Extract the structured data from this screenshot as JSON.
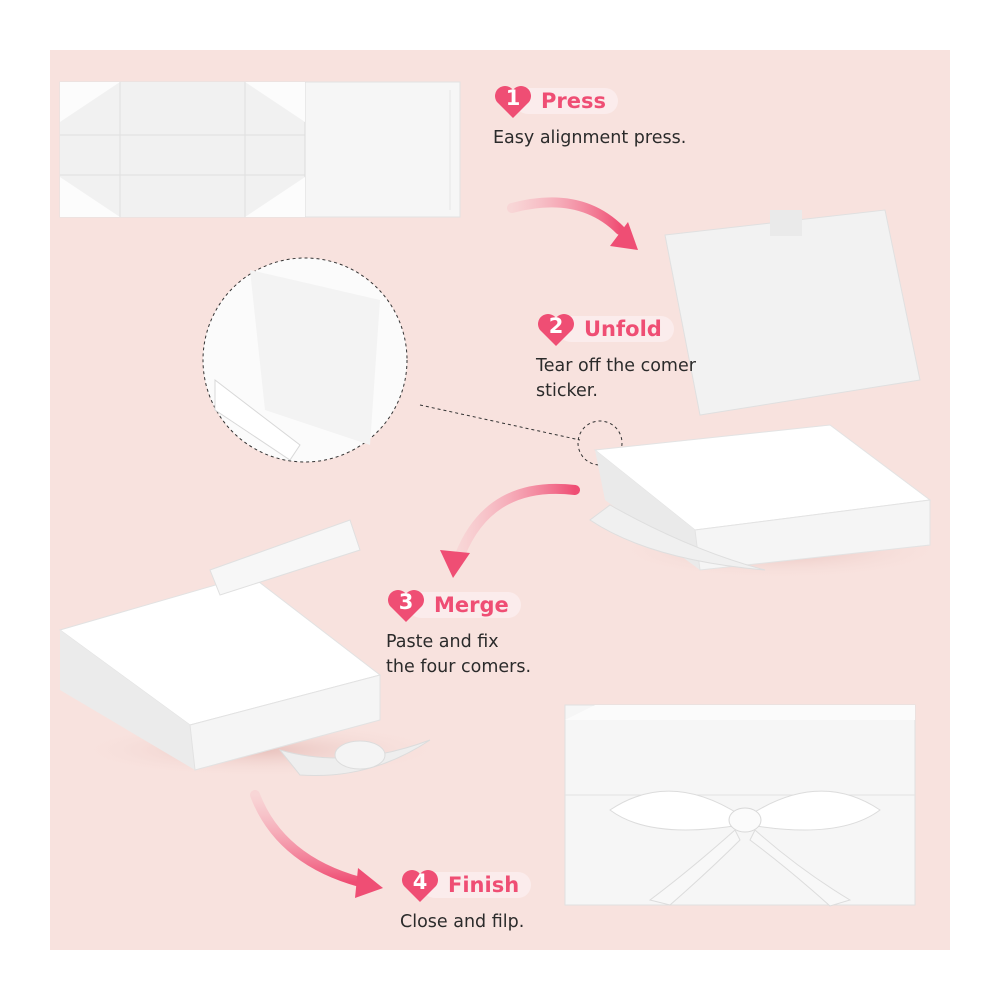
{
  "steps": [
    {
      "number": "1",
      "title": "Press",
      "description": "Easy alignment press."
    },
    {
      "number": "2",
      "title": "Unfold",
      "description": "Tear off the comer\nsticker."
    },
    {
      "number": "3",
      "title": "Merge",
      "description": "Paste and fix\nthe four comers."
    },
    {
      "number": "4",
      "title": "Finish",
      "description": "Close and filp."
    }
  ],
  "colors": {
    "background": "#f8e2de",
    "accent": "#ef4e74",
    "box": "#f4f4f4"
  },
  "icons": [
    "heart-icon",
    "curved-arrow-icon"
  ]
}
